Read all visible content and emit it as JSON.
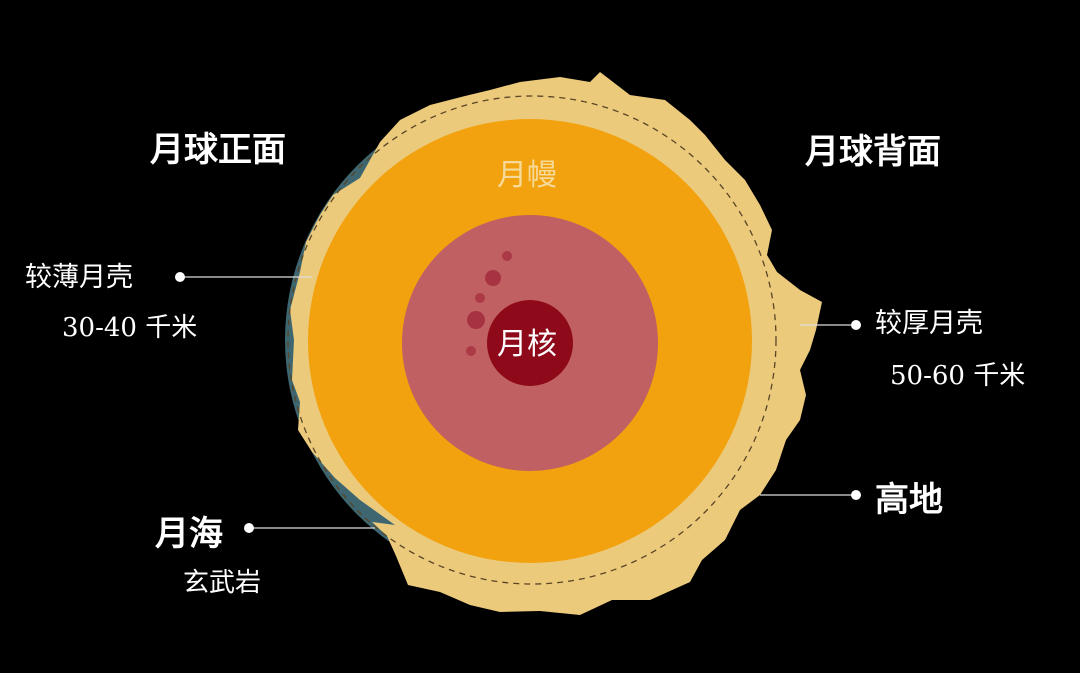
{
  "titles": {
    "near_side": "月球正面",
    "far_side": "月球背面"
  },
  "layers": {
    "mantle": "月幔",
    "core": "月核"
  },
  "labels": {
    "thin_crust": "较薄月壳",
    "thin_crust_depth": "30-40 千米",
    "thick_crust": "较厚月壳",
    "thick_crust_depth": "50-60 千米",
    "highlands": "高地",
    "maria": "月海",
    "maria_rock": "玄武岩"
  },
  "colors": {
    "background": "#000000",
    "crust": "#ECCA7C",
    "mare": "#3D6670",
    "mantle": "#F2A20E",
    "outer_core": "#C06062",
    "inner_core": "#8E0A1A"
  }
}
